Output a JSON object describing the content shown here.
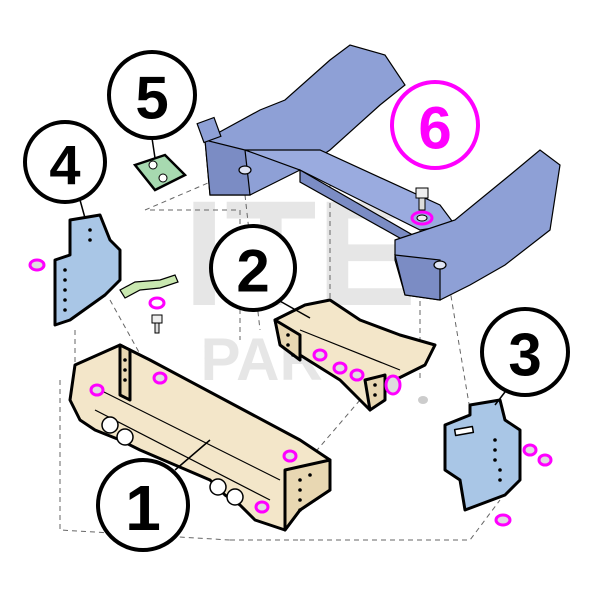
{
  "diagram": {
    "watermark": {
      "line1": "ITE",
      "line2": "PARTS"
    },
    "callouts": [
      {
        "id": "c1",
        "label": "1"
      },
      {
        "id": "c2",
        "label": "2"
      },
      {
        "id": "c3",
        "label": "3"
      },
      {
        "id": "c4",
        "label": "4"
      },
      {
        "id": "c5",
        "label": "5"
      },
      {
        "id": "c6",
        "label": "6"
      }
    ],
    "colors": {
      "frame_blue": "#8ea0d6",
      "main_bar": "#f3e6c9",
      "bracket_blue": "#a9c6e6",
      "plate_green": "#a7d9b0",
      "strap_green": "#c9e8b0",
      "hardware_highlight": "#ff00ff",
      "callout_six": "#ff00ff",
      "outline": "#000000"
    }
  }
}
